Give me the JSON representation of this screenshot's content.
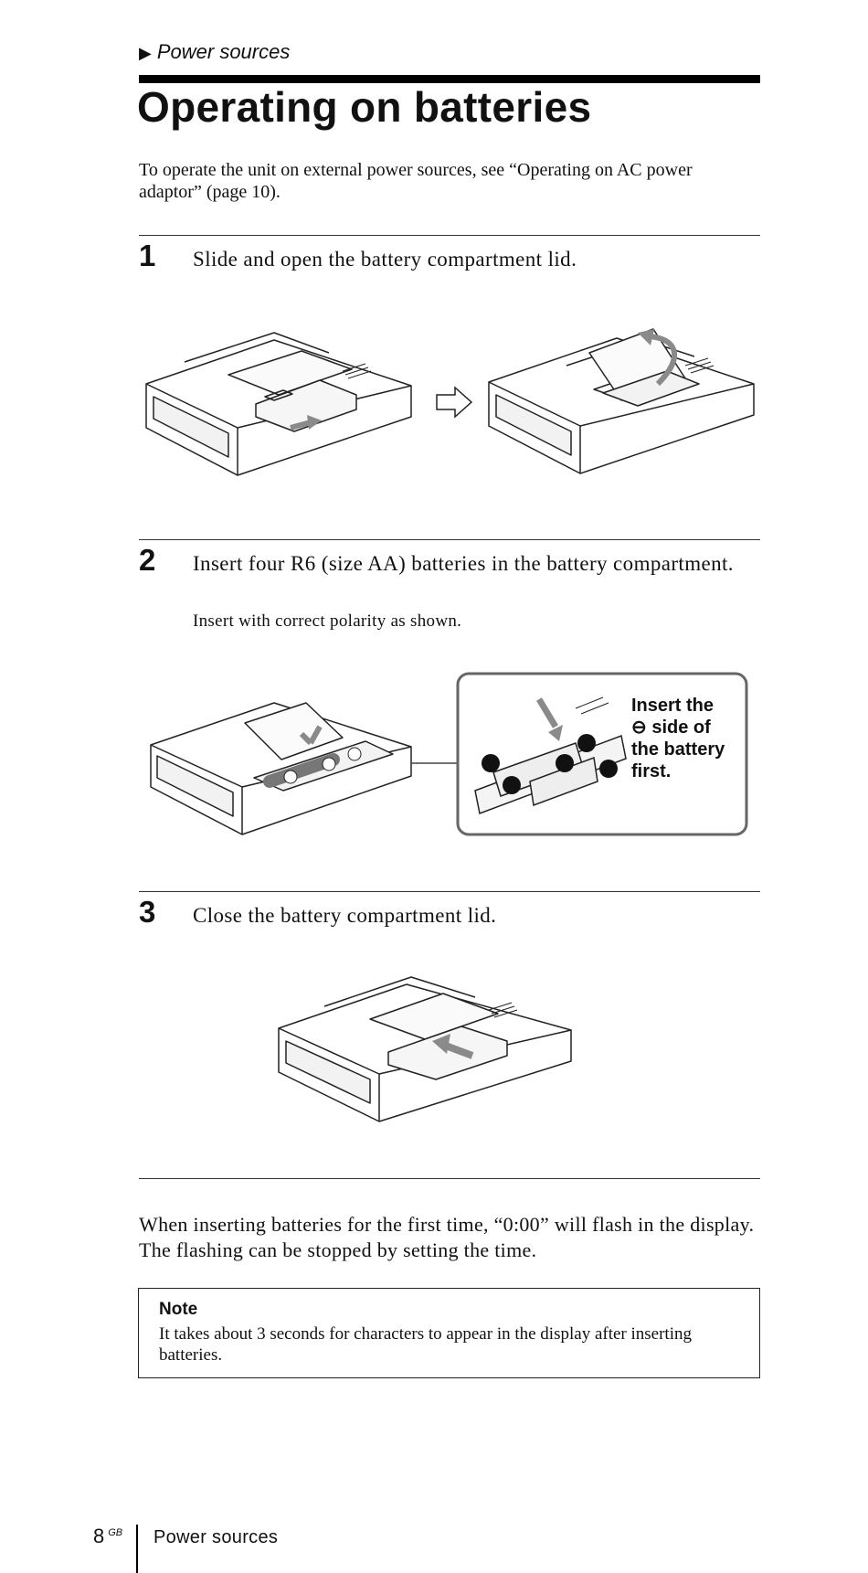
{
  "header": {
    "section_label": "Power sources",
    "title": "Operating on batteries",
    "intro": "To operate the unit on external power sources, see “Operating on AC power adaptor” (page 10)."
  },
  "steps": [
    {
      "number": "1",
      "text": "Slide and open the battery compartment lid."
    },
    {
      "number": "2",
      "text": "Insert four R6 (size AA) batteries in the battery compartment.",
      "sub": "Insert with correct polarity as shown."
    },
    {
      "number": "3",
      "text": "Close the battery compartment lid."
    }
  ],
  "callout": {
    "line1": "Insert the",
    "line2": "⊖ side of",
    "line3": "the battery",
    "line4": "first."
  },
  "paragraph": "When inserting batteries for the first time, “0:00” will flash in the display. The flashing can be stopped by setting the time.",
  "note": {
    "title": "Note",
    "text": "It takes about 3 seconds for characters to appear in the display after inserting batteries."
  },
  "footer": {
    "page_number": "8",
    "page_suffix": "GB",
    "section": "Power sources"
  },
  "icons": [
    "right-triangle-icon",
    "outline-arrow-icon"
  ],
  "colors": {
    "text": "#111111",
    "illustration_arrow": "#8a8a8a",
    "callout_border": "#666666"
  }
}
